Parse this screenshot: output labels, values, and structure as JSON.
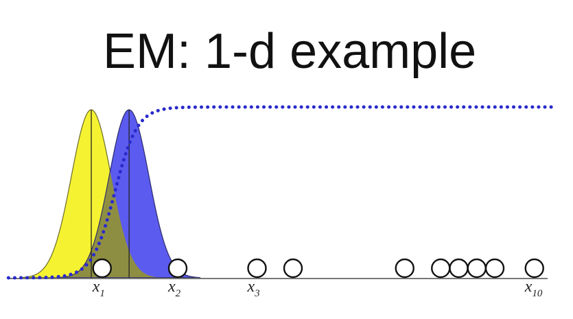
{
  "title": "EM: 1-d example",
  "points": {
    "values": [
      2.3,
      4.4,
      6.6,
      7.6,
      10.7,
      11.7,
      12.2,
      12.7,
      13.2,
      14.3
    ],
    "labels": [
      {
        "index": 0,
        "base": "x",
        "sub": "1"
      },
      {
        "index": 1,
        "base": "x",
        "sub": "2"
      },
      {
        "index": 2,
        "base": "x",
        "sub": "3"
      },
      {
        "index": 9,
        "base": "x",
        "sub": "10"
      }
    ]
  },
  "gaussians": [
    {
      "name": "yellow",
      "mean": 2.0,
      "sd": 0.55,
      "fill": "#f5f232",
      "stroke": "#6b6b2a"
    },
    {
      "name": "blue",
      "mean": 3.05,
      "sd": 0.55,
      "fill": "#5b5bef",
      "stroke": "#2a2a6b"
    }
  ],
  "posterior_curve": {
    "center": 2.65,
    "slope": 3.2,
    "color": "#2a2acc"
  },
  "colors": {
    "overlap": "#8e8e42",
    "axis": "#777777",
    "text": "#111111"
  }
}
